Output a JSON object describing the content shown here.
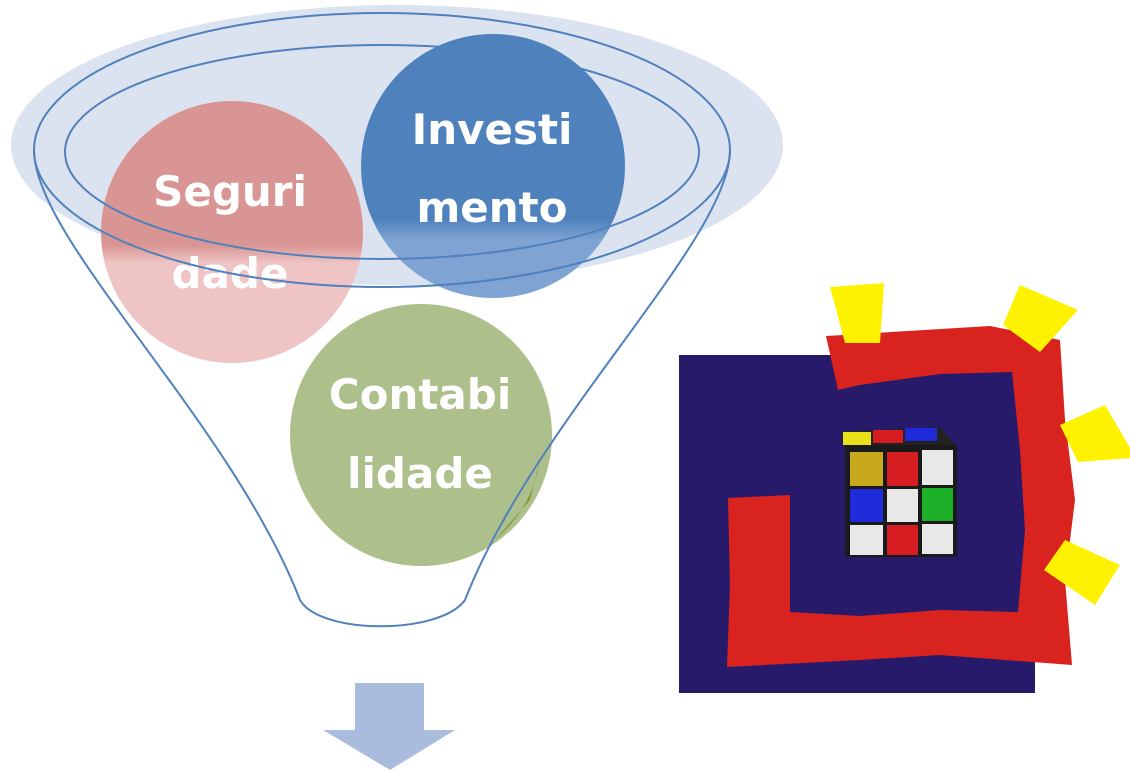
{
  "funnel": {
    "items": [
      {
        "lines": [
          "Seguri",
          "dade"
        ],
        "color": "#D99594",
        "fade": "#F0D0CF"
      },
      {
        "lines": [
          "Investi",
          "mento"
        ],
        "color": "#4F81BD",
        "fade": "#95B3D7"
      },
      {
        "lines": [
          "Contabi",
          "lidade"
        ],
        "color": "#9BBB59",
        "fade": "#B3C88E"
      }
    ],
    "outline_color": "#4F81BD",
    "rim_fill": "#DCE3F0"
  },
  "arrow": {
    "color": "#A9BCDD",
    "direction": "down"
  },
  "cube_picture": {
    "background": "#281A6B",
    "frame_color": "#D8231E",
    "ray_color": "#FFF200",
    "faces": {
      "front": [
        "#C8A81C",
        "#D61E22",
        "#E8E8E8",
        "#1F2ADB",
        "#E8E8E8",
        "#1CB028",
        "#E8E8E8",
        "#D61E22",
        "#E8E8E8"
      ],
      "top": [
        "#E8E018",
        "#D61E22",
        "#1F2ADB"
      ]
    }
  }
}
